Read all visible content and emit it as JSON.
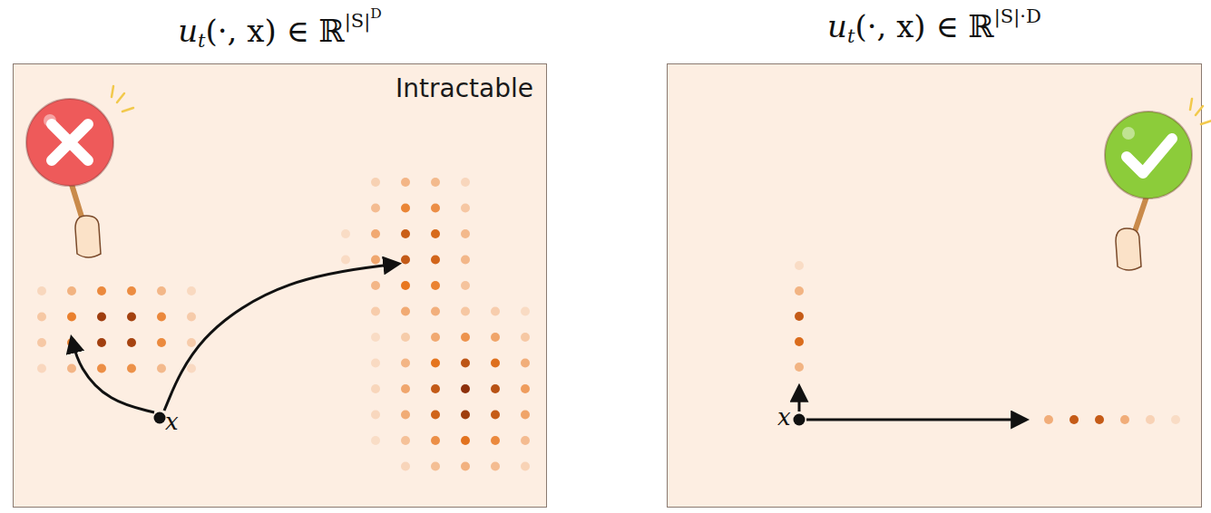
{
  "diagram": {
    "nodes": [
      {
        "text": [
          "u",
          "t",
          "(·, x) ∈ ℝ",
          "|S|",
          "D",
          "Intractable"
        ]
      },
      {
        "text": [
          "u",
          "t",
          "(·, x) ∈ ℝ",
          "|S|·D"
        ]
      }
    ],
    "labels": [
      "x",
      "x"
    ]
  }
}
